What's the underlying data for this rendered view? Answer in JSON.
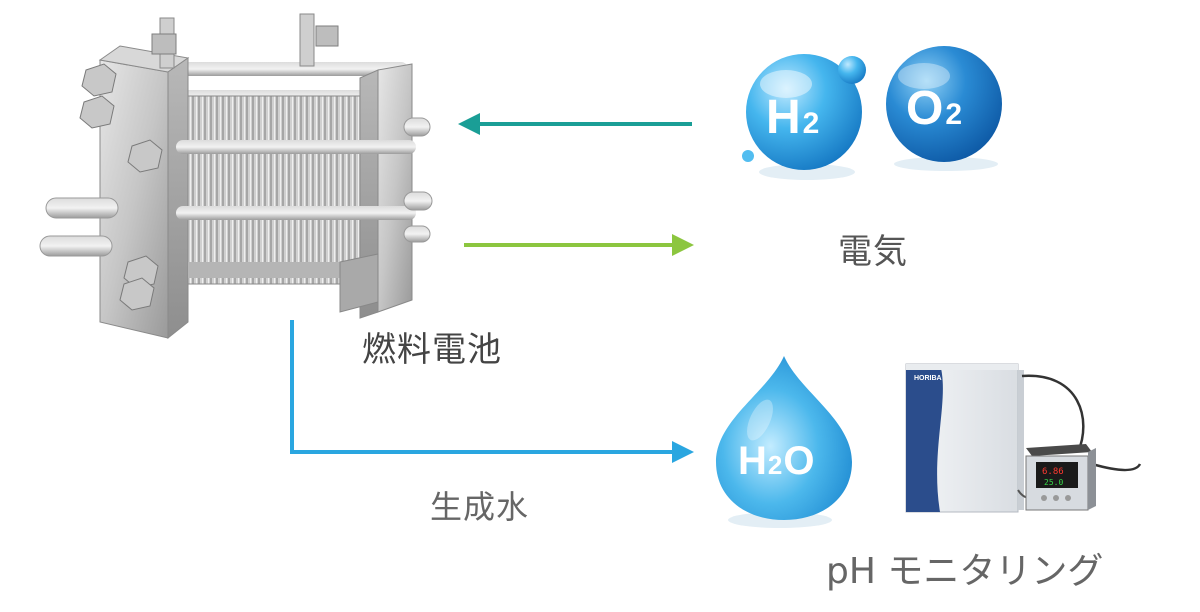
{
  "labels": {
    "fuel_cell": "燃料電池",
    "electricity": "電気",
    "water_product": "生成水",
    "ph_monitoring": "pH モニタリング"
  },
  "molecules": {
    "h2": {
      "main": "H",
      "sub": "2"
    },
    "o2": {
      "main": "O",
      "sub": "2"
    },
    "h2o": {
      "main": "H",
      "sub": "2",
      "tail": "O"
    }
  },
  "device": {
    "brand": "HORIBA",
    "display_top": "6.86",
    "display_bottom": "25.0"
  },
  "colors": {
    "arrow_gas": "#1a9e96",
    "arrow_electricity": "#8cc63f",
    "arrow_water": "#2aa6e0",
    "h2_bubble": "#3ab0e8",
    "o2_bubble": "#1f7fc8",
    "water_drop": "#45b3ea"
  }
}
